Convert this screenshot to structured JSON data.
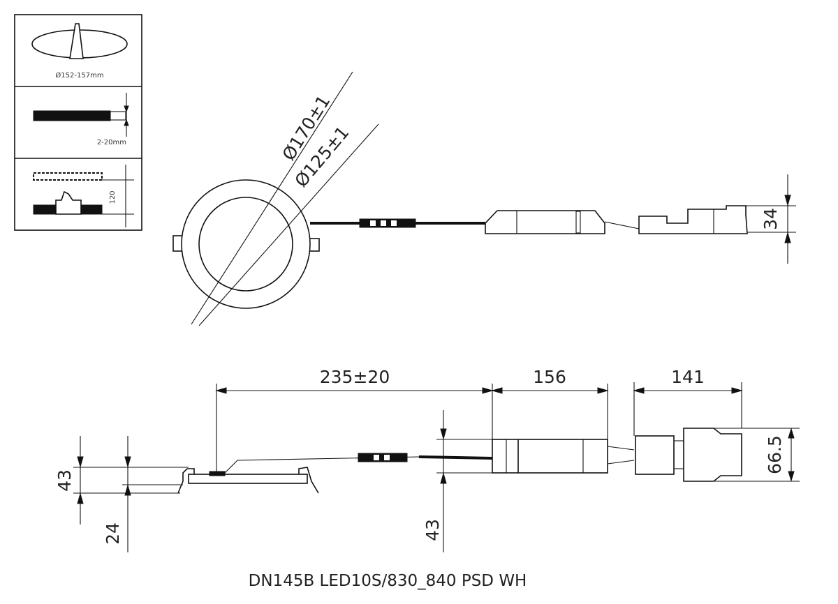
{
  "legend_panel": {
    "cutout_label": "Ø152-157mm",
    "ceiling_thickness_label": "2-20mm",
    "clearance_label": "120"
  },
  "top_view": {
    "outer_diameter": "Ø170±1",
    "inner_diameter": "Ø125±1",
    "connector_height": "34"
  },
  "side_view": {
    "cable_length": "235±20",
    "driver_length": "156",
    "connector_length": "141",
    "lamp_height": "43",
    "recess_depth": "24",
    "driver_height": "43",
    "connector_height": "66.5"
  },
  "title": "DN145B LED10S/830_840 PSD WH"
}
